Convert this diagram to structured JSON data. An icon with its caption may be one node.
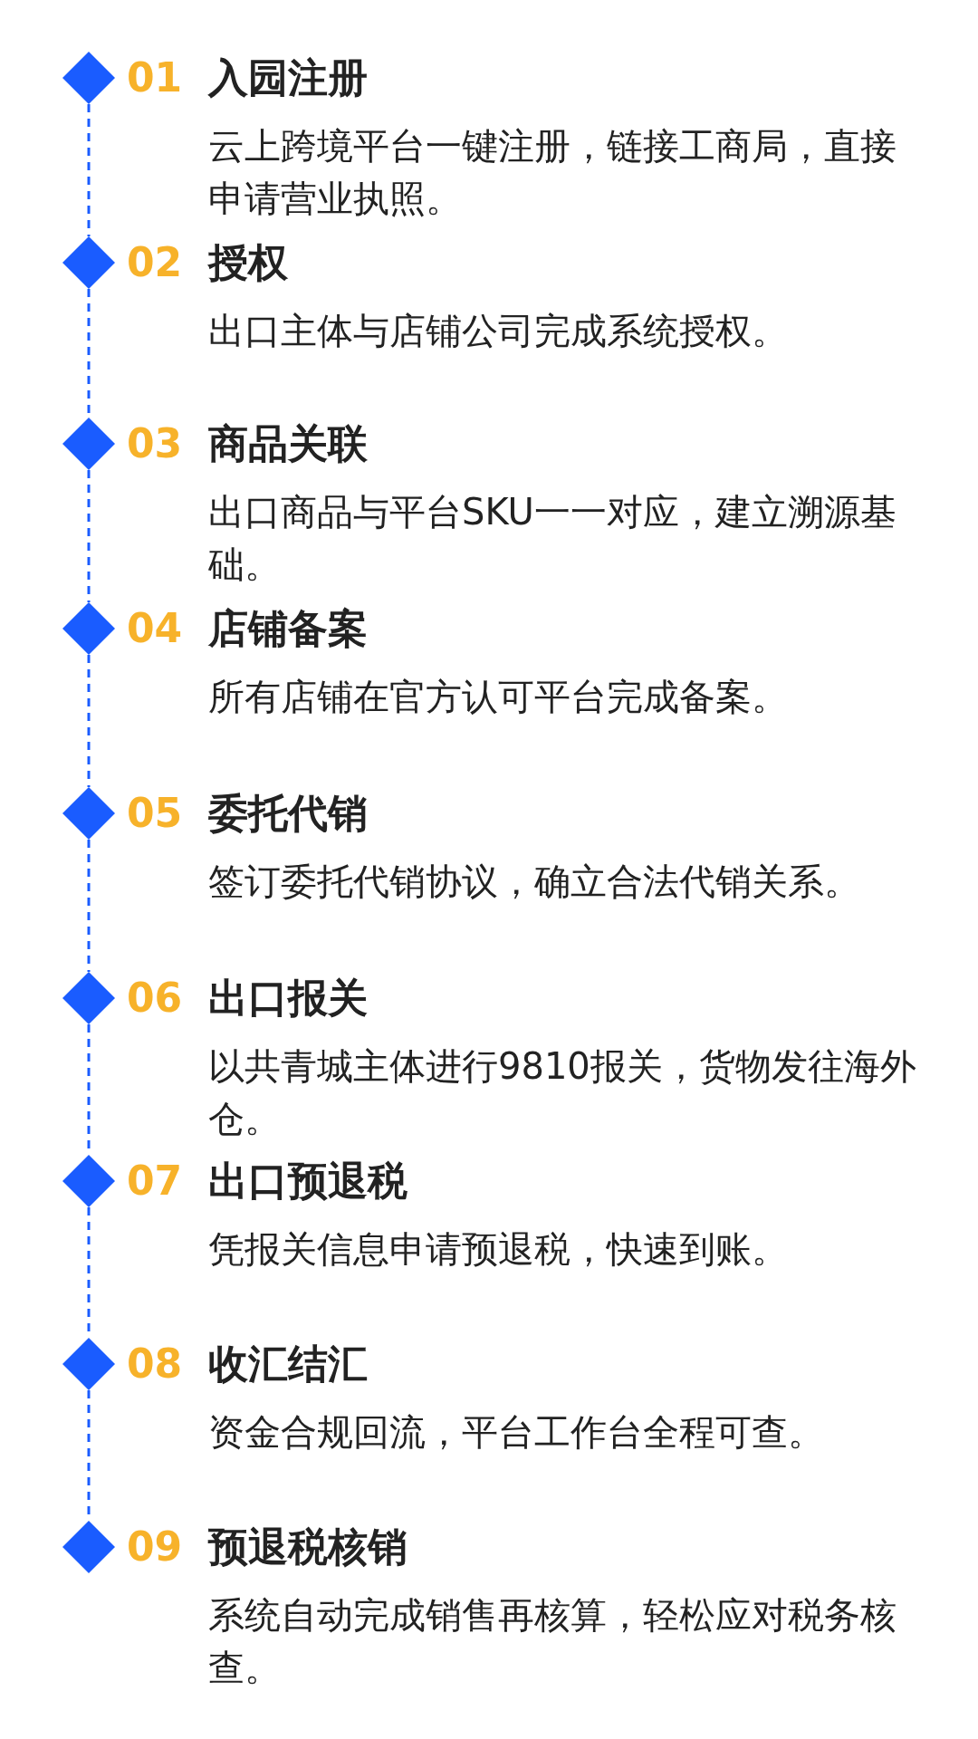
{
  "diagram": {
    "nodes": [
      {
        "text": [],
        "shape": "diamond",
        "beside": [
          "01",
          "入园注册",
          "云上跨境平台一键注册，链接工商局，直接申请营业执照。"
        ]
      },
      {
        "text": [],
        "shape": "diamond",
        "beside": [
          "02",
          "授权",
          "出口主体与店铺公司完成系统授权。"
        ]
      },
      {
        "text": [],
        "shape": "diamond",
        "beside": [
          "03",
          "商品关联",
          "出口商品与平台SKU一一对应，建立溯源基础。"
        ]
      },
      {
        "text": [],
        "shape": "diamond",
        "beside": [
          "04",
          "店铺备案",
          "所有店铺在官方认可平台完成备案。"
        ]
      },
      {
        "text": [],
        "shape": "diamond",
        "beside": [
          "05",
          "委托代销",
          "签订委托代销协议，确立合法代销关系。"
        ]
      },
      {
        "text": [],
        "shape": "diamond",
        "beside": [
          "06",
          "出口报关",
          "以共青城主体进行9810报关，货物发往海外仓。"
        ]
      },
      {
        "text": [],
        "shape": "diamond",
        "beside": [
          "07",
          "出口预退税",
          "凭报关信息申请预退税，快速到账。"
        ]
      },
      {
        "text": [],
        "shape": "diamond",
        "beside": [
          "08",
          "收汇结汇",
          "资金合规回流，平台工作台全程可查。"
        ]
      },
      {
        "text": [],
        "shape": "diamond",
        "beside": [
          "09",
          "预退税核销",
          "系统自动完成销售再核算，轻松应对税务核查。"
        ]
      }
    ],
    "edges": [
      {
        "from": 0,
        "to": 1,
        "arrow": "none",
        "style": "dashed"
      },
      {
        "from": 1,
        "to": 2,
        "arrow": "none",
        "style": "dashed"
      },
      {
        "from": 2,
        "to": 3,
        "arrow": "none",
        "style": "dashed"
      },
      {
        "from": 3,
        "to": 4,
        "arrow": "none",
        "style": "dashed"
      },
      {
        "from": 4,
        "to": 5,
        "arrow": "none",
        "style": "dashed"
      },
      {
        "from": 5,
        "to": 6,
        "arrow": "none",
        "style": "dashed"
      },
      {
        "from": 6,
        "to": 7,
        "arrow": "none",
        "style": "dashed"
      },
      {
        "from": 7,
        "to": 8,
        "arrow": "none",
        "style": "dashed"
      }
    ]
  }
}
